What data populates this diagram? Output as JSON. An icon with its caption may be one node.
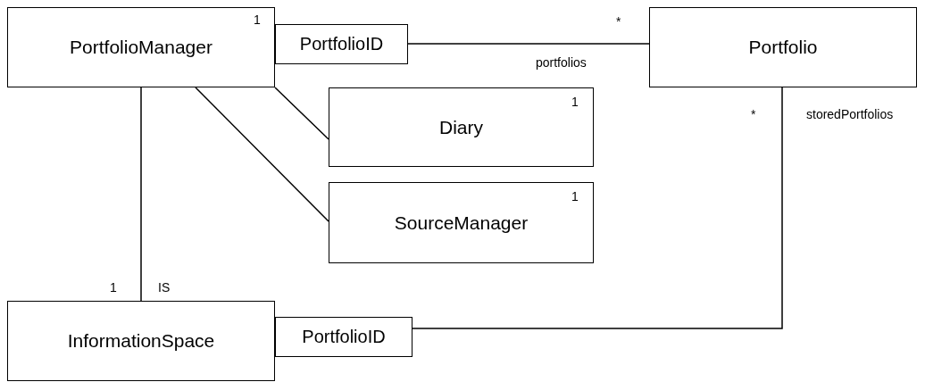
{
  "diagram": {
    "nodes": [
      {
        "text": [
          "PortfolioManager"
        ]
      },
      {
        "text": [
          "PortfolioID"
        ]
      },
      {
        "text": [
          "Portfolio"
        ]
      },
      {
        "text": [
          "Diary"
        ]
      },
      {
        "text": [
          "SourceManager"
        ]
      },
      {
        "text": [
          "InformationSpace"
        ]
      },
      {
        "text": [
          "PortfolioID"
        ]
      }
    ],
    "edges": [
      {
        "from": 1,
        "to": 2,
        "arrow": "none"
      },
      {
        "from": 0,
        "to": 3,
        "arrow": "none"
      },
      {
        "from": 0,
        "to": 4,
        "arrow": "none"
      },
      {
        "from": 0,
        "to": 5,
        "arrow": "none"
      },
      {
        "from": 6,
        "to": 2,
        "arrow": "none"
      }
    ],
    "labels": [
      "1",
      "*",
      "portfolios",
      "1",
      "*",
      "storedPortfolios",
      "1",
      "1",
      "IS"
    ]
  }
}
